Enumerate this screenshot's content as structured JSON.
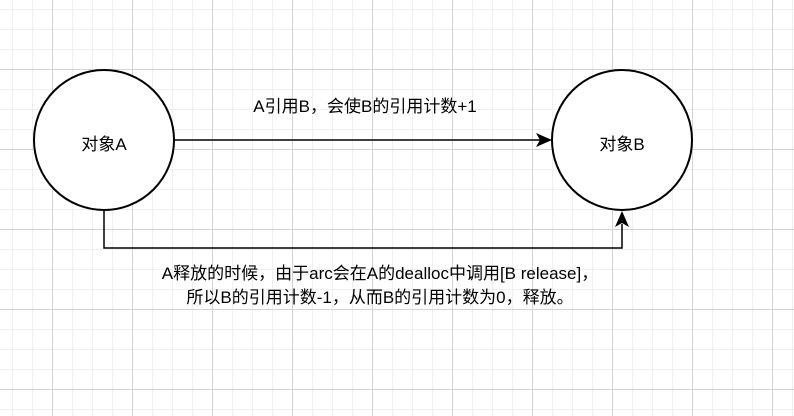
{
  "nodes": {
    "a": "对象A",
    "b": "对象B"
  },
  "edges": {
    "top_label": "A引用B，会使B的引用计数+1",
    "bottom_label_line1": "A释放的时候，由于arc会在A的dealloc中调用[B release]，",
    "bottom_label_line2": "所以B的引用计数-1，从而B的引用计数为0，释放。"
  }
}
